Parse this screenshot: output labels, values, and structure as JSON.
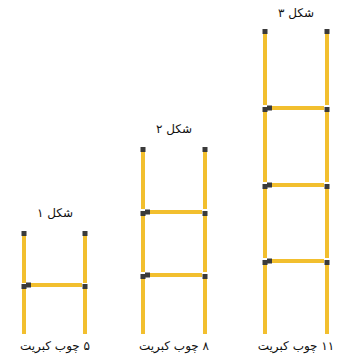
{
  "diagram": {
    "labels": [
      "شکل ۱",
      "شکل ۲",
      "شکل ۳",
      "۵ چوب کبریت",
      "۸ چوب کبریت",
      "۱۱ چوب کبریت"
    ]
  }
}
